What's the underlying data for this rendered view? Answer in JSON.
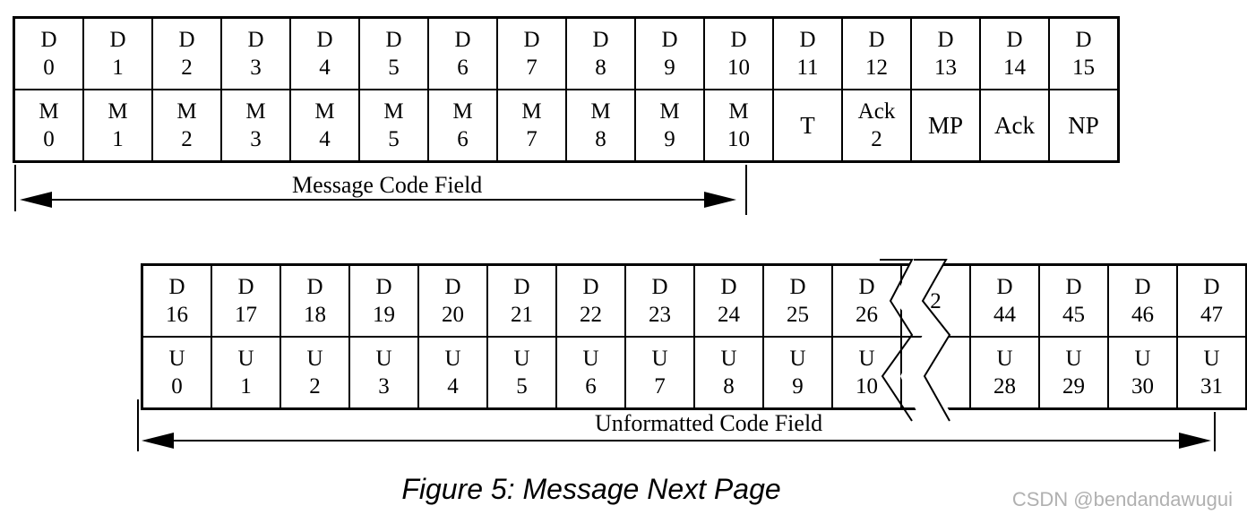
{
  "register1": {
    "bits": [
      {
        "l1": "D",
        "l2": "0"
      },
      {
        "l1": "D",
        "l2": "1"
      },
      {
        "l1": "D",
        "l2": "2"
      },
      {
        "l1": "D",
        "l2": "3"
      },
      {
        "l1": "D",
        "l2": "4"
      },
      {
        "l1": "D",
        "l2": "5"
      },
      {
        "l1": "D",
        "l2": "6"
      },
      {
        "l1": "D",
        "l2": "7"
      },
      {
        "l1": "D",
        "l2": "8"
      },
      {
        "l1": "D",
        "l2": "9"
      },
      {
        "l1": "D",
        "l2": "10"
      },
      {
        "l1": "D",
        "l2": "11"
      },
      {
        "l1": "D",
        "l2": "12"
      },
      {
        "l1": "D",
        "l2": "13"
      },
      {
        "l1": "D",
        "l2": "14"
      },
      {
        "l1": "D",
        "l2": "15"
      }
    ],
    "fields": [
      {
        "l1": "M",
        "l2": "0"
      },
      {
        "l1": "M",
        "l2": "1"
      },
      {
        "l1": "M",
        "l2": "2"
      },
      {
        "l1": "M",
        "l2": "3"
      },
      {
        "l1": "M",
        "l2": "4"
      },
      {
        "l1": "M",
        "l2": "5"
      },
      {
        "l1": "M",
        "l2": "6"
      },
      {
        "l1": "M",
        "l2": "7"
      },
      {
        "l1": "M",
        "l2": "8"
      },
      {
        "l1": "M",
        "l2": "9"
      },
      {
        "l1": "M",
        "l2": "10"
      },
      {
        "l1": "T",
        "l2": ""
      },
      {
        "l1": "Ack",
        "l2": "2"
      },
      {
        "l1": "MP",
        "l2": ""
      },
      {
        "l1": "Ack",
        "l2": ""
      },
      {
        "l1": "NP",
        "l2": ""
      }
    ],
    "field_label": "Message Code Field"
  },
  "register2": {
    "bits": [
      {
        "l1": "D",
        "l2": "16"
      },
      {
        "l1": "D",
        "l2": "17"
      },
      {
        "l1": "D",
        "l2": "18"
      },
      {
        "l1": "D",
        "l2": "19"
      },
      {
        "l1": "D",
        "l2": "20"
      },
      {
        "l1": "D",
        "l2": "21"
      },
      {
        "l1": "D",
        "l2": "22"
      },
      {
        "l1": "D",
        "l2": "23"
      },
      {
        "l1": "D",
        "l2": "24"
      },
      {
        "l1": "D",
        "l2": "25"
      },
      {
        "l1": "D",
        "l2": "26"
      },
      {
        "l1": "",
        "l2": "2"
      },
      {
        "l1": "D",
        "l2": "44"
      },
      {
        "l1": "D",
        "l2": "45"
      },
      {
        "l1": "D",
        "l2": "46"
      },
      {
        "l1": "D",
        "l2": "47"
      }
    ],
    "fields": [
      {
        "l1": "U",
        "l2": "0"
      },
      {
        "l1": "U",
        "l2": "1"
      },
      {
        "l1": "U",
        "l2": "2"
      },
      {
        "l1": "U",
        "l2": "3"
      },
      {
        "l1": "U",
        "l2": "4"
      },
      {
        "l1": "U",
        "l2": "5"
      },
      {
        "l1": "U",
        "l2": "6"
      },
      {
        "l1": "U",
        "l2": "7"
      },
      {
        "l1": "U",
        "l2": "8"
      },
      {
        "l1": "U",
        "l2": "9"
      },
      {
        "l1": "U",
        "l2": "10"
      },
      {
        "l1": "",
        "l2": ""
      },
      {
        "l1": "U",
        "l2": "28"
      },
      {
        "l1": "U",
        "l2": "29"
      },
      {
        "l1": "U",
        "l2": "30"
      },
      {
        "l1": "U",
        "l2": "31"
      }
    ],
    "field_label": "Unformatted Code Field"
  },
  "caption": "Figure 5: Message Next Page",
  "watermark": "CSDN @bendandawugui"
}
